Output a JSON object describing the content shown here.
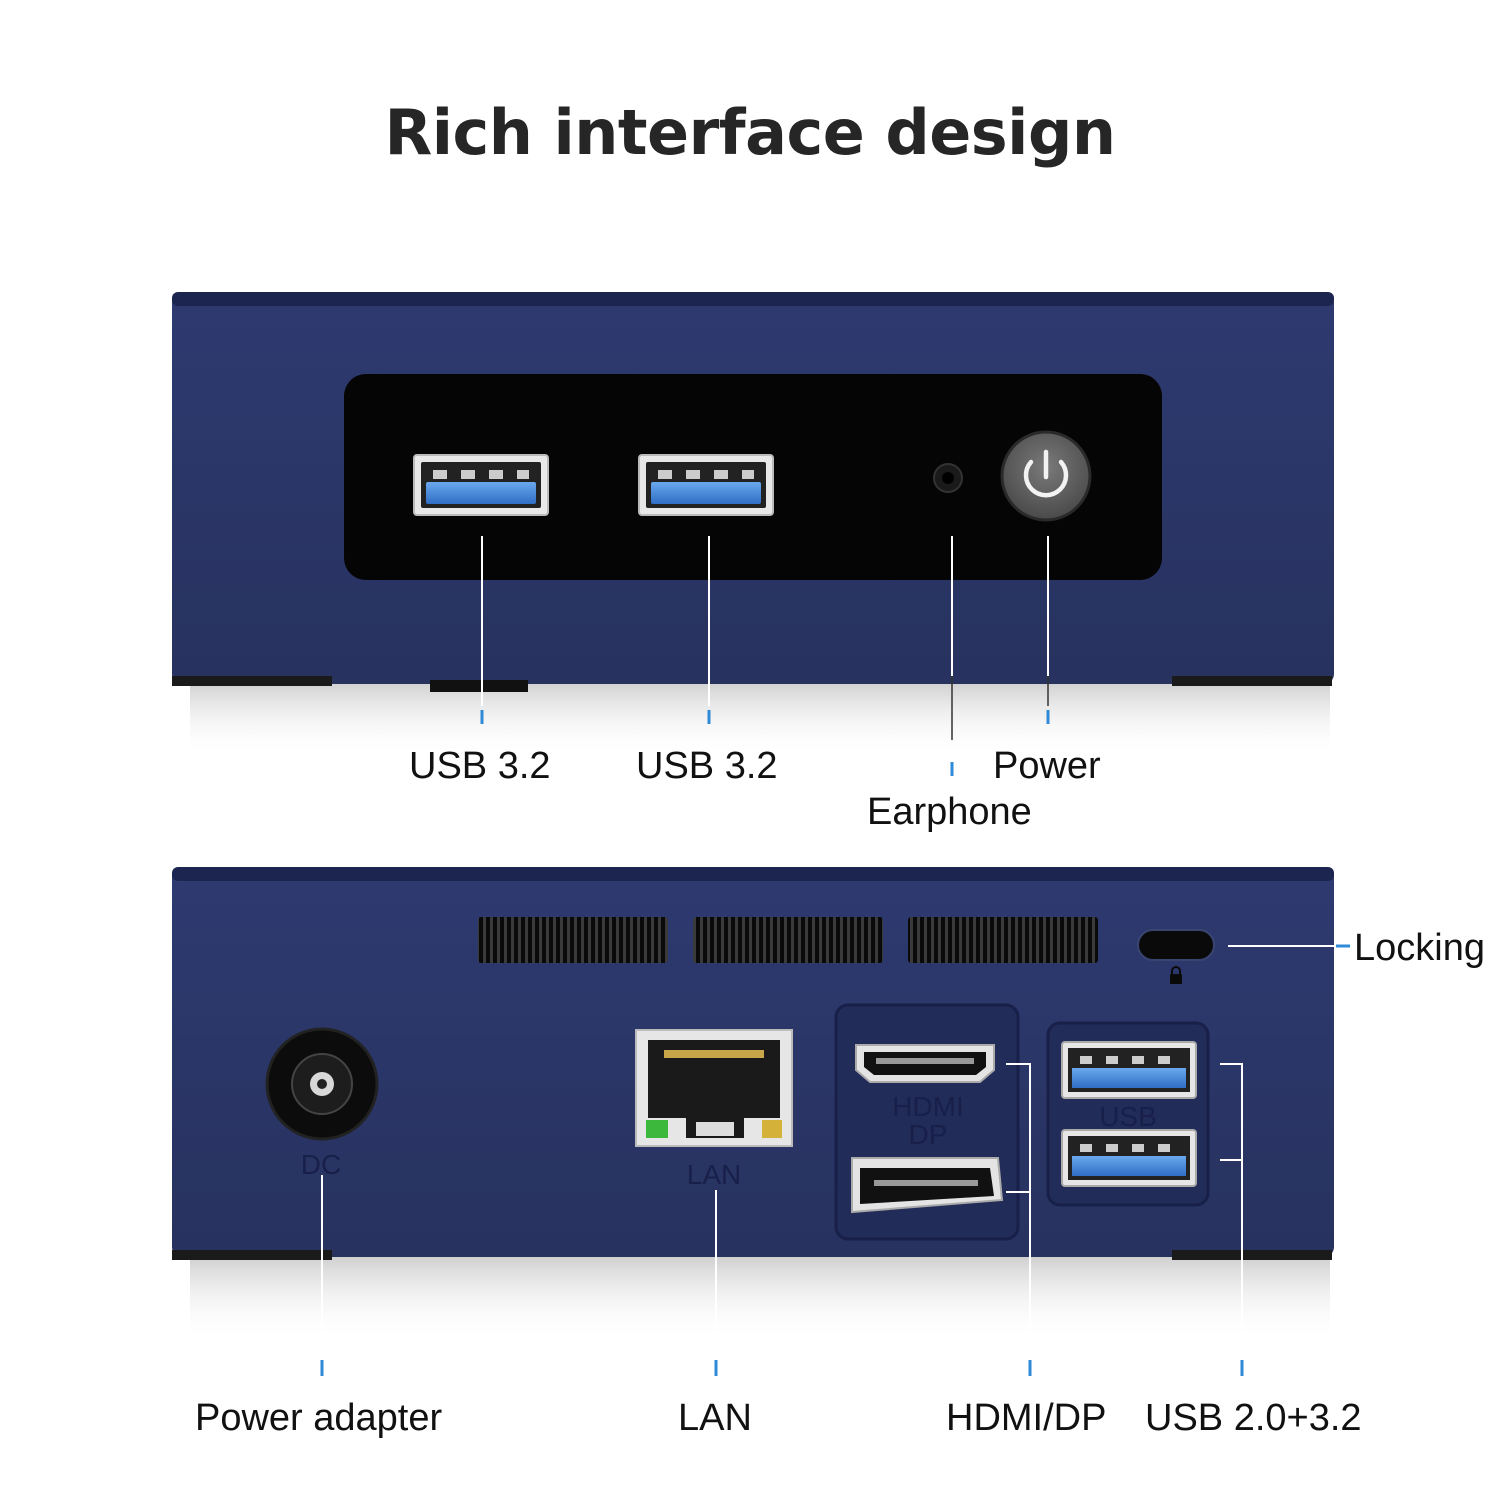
{
  "title": "Rich interface design",
  "front_labels": {
    "usb_left": "USB 3.2",
    "usb_right": "USB 3.2",
    "earphone": "Earphone",
    "power": "Power"
  },
  "rear_labels": {
    "locking": "Locking",
    "power_adapter": "Power adapter",
    "lan": "LAN",
    "hdmi_dp": "HDMI/DP",
    "usb_combo": "USB 2.0+3.2"
  },
  "port_markings": {
    "dc": "DC",
    "lan": "LAN",
    "hdmi": "HDMI",
    "dp": "DP",
    "usb": "USB"
  },
  "colors": {
    "chassis": "#2a3568",
    "accent": "#2f8ad8",
    "panel": "#060606",
    "usb_blue": "#3d7fd6"
  },
  "icons": [
    "power-icon",
    "lock-icon"
  ]
}
